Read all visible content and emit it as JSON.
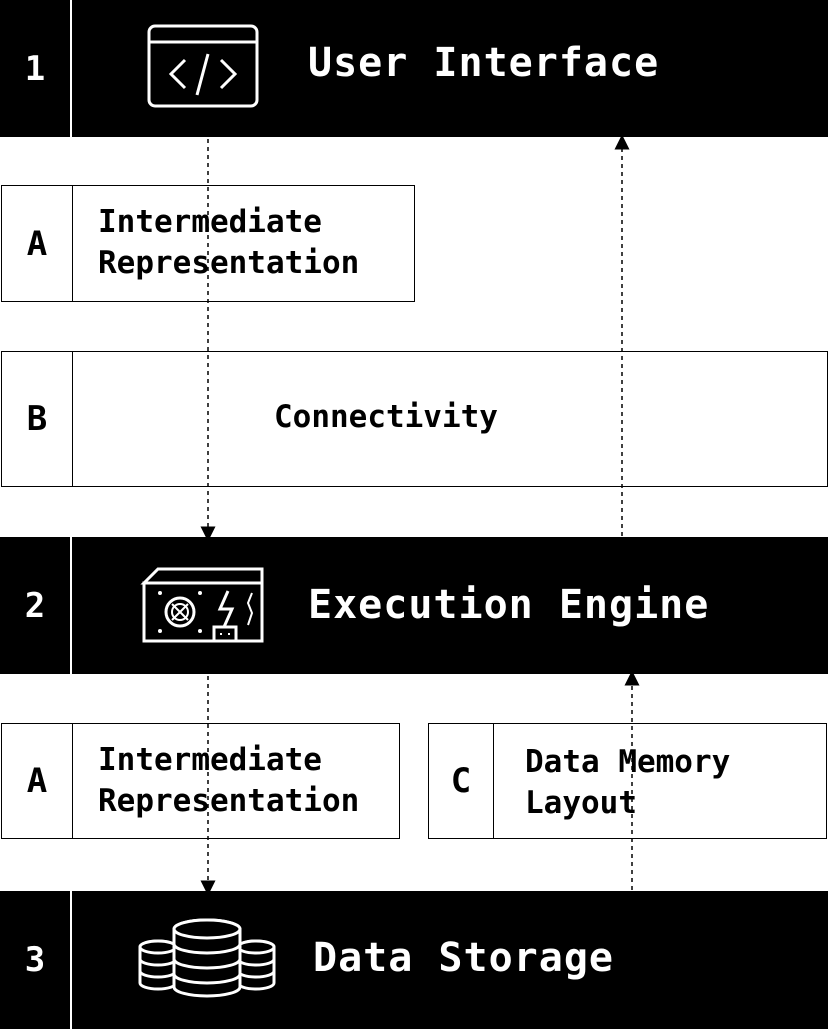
{
  "layers": [
    {
      "num": "1",
      "title": "User Interface",
      "icon": "code-window-icon"
    },
    {
      "num": "2",
      "title": "Execution Engine",
      "icon": "power-supply-icon"
    },
    {
      "num": "3",
      "title": "Data Storage",
      "icon": "database-icon"
    }
  ],
  "components": [
    {
      "letter": "A",
      "lines": [
        "Intermediate",
        "Representation"
      ]
    },
    {
      "letter": "B",
      "lines": [
        "Connectivity"
      ]
    },
    {
      "letter": "A",
      "lines": [
        "Intermediate",
        "Representation"
      ]
    },
    {
      "letter": "C",
      "lines": [
        "Data Memory",
        "Layout"
      ]
    }
  ],
  "colors": {
    "band": "#000000",
    "band_text": "#ffffff",
    "box_border": "#000000"
  }
}
